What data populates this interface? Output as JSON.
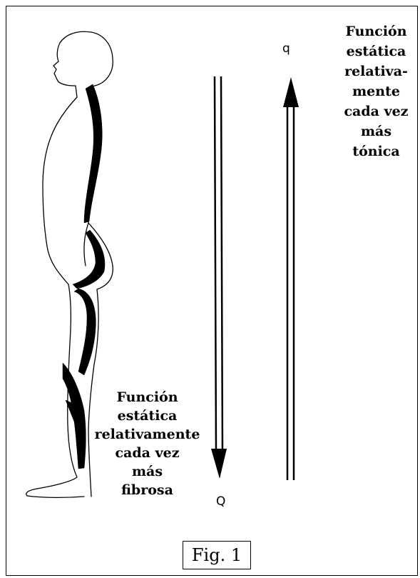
{
  "labels": {
    "top": [
      "Función",
      "estática",
      "relativa-",
      "mente",
      "cada vez",
      "más",
      "tónica"
    ],
    "bottom": [
      "Función",
      "estática",
      "relativamente",
      "cada vez",
      "más",
      "fibrosa"
    ]
  },
  "arrows": {
    "up_letter": "q",
    "down_letter": "Q"
  },
  "caption": "Fig. 1"
}
